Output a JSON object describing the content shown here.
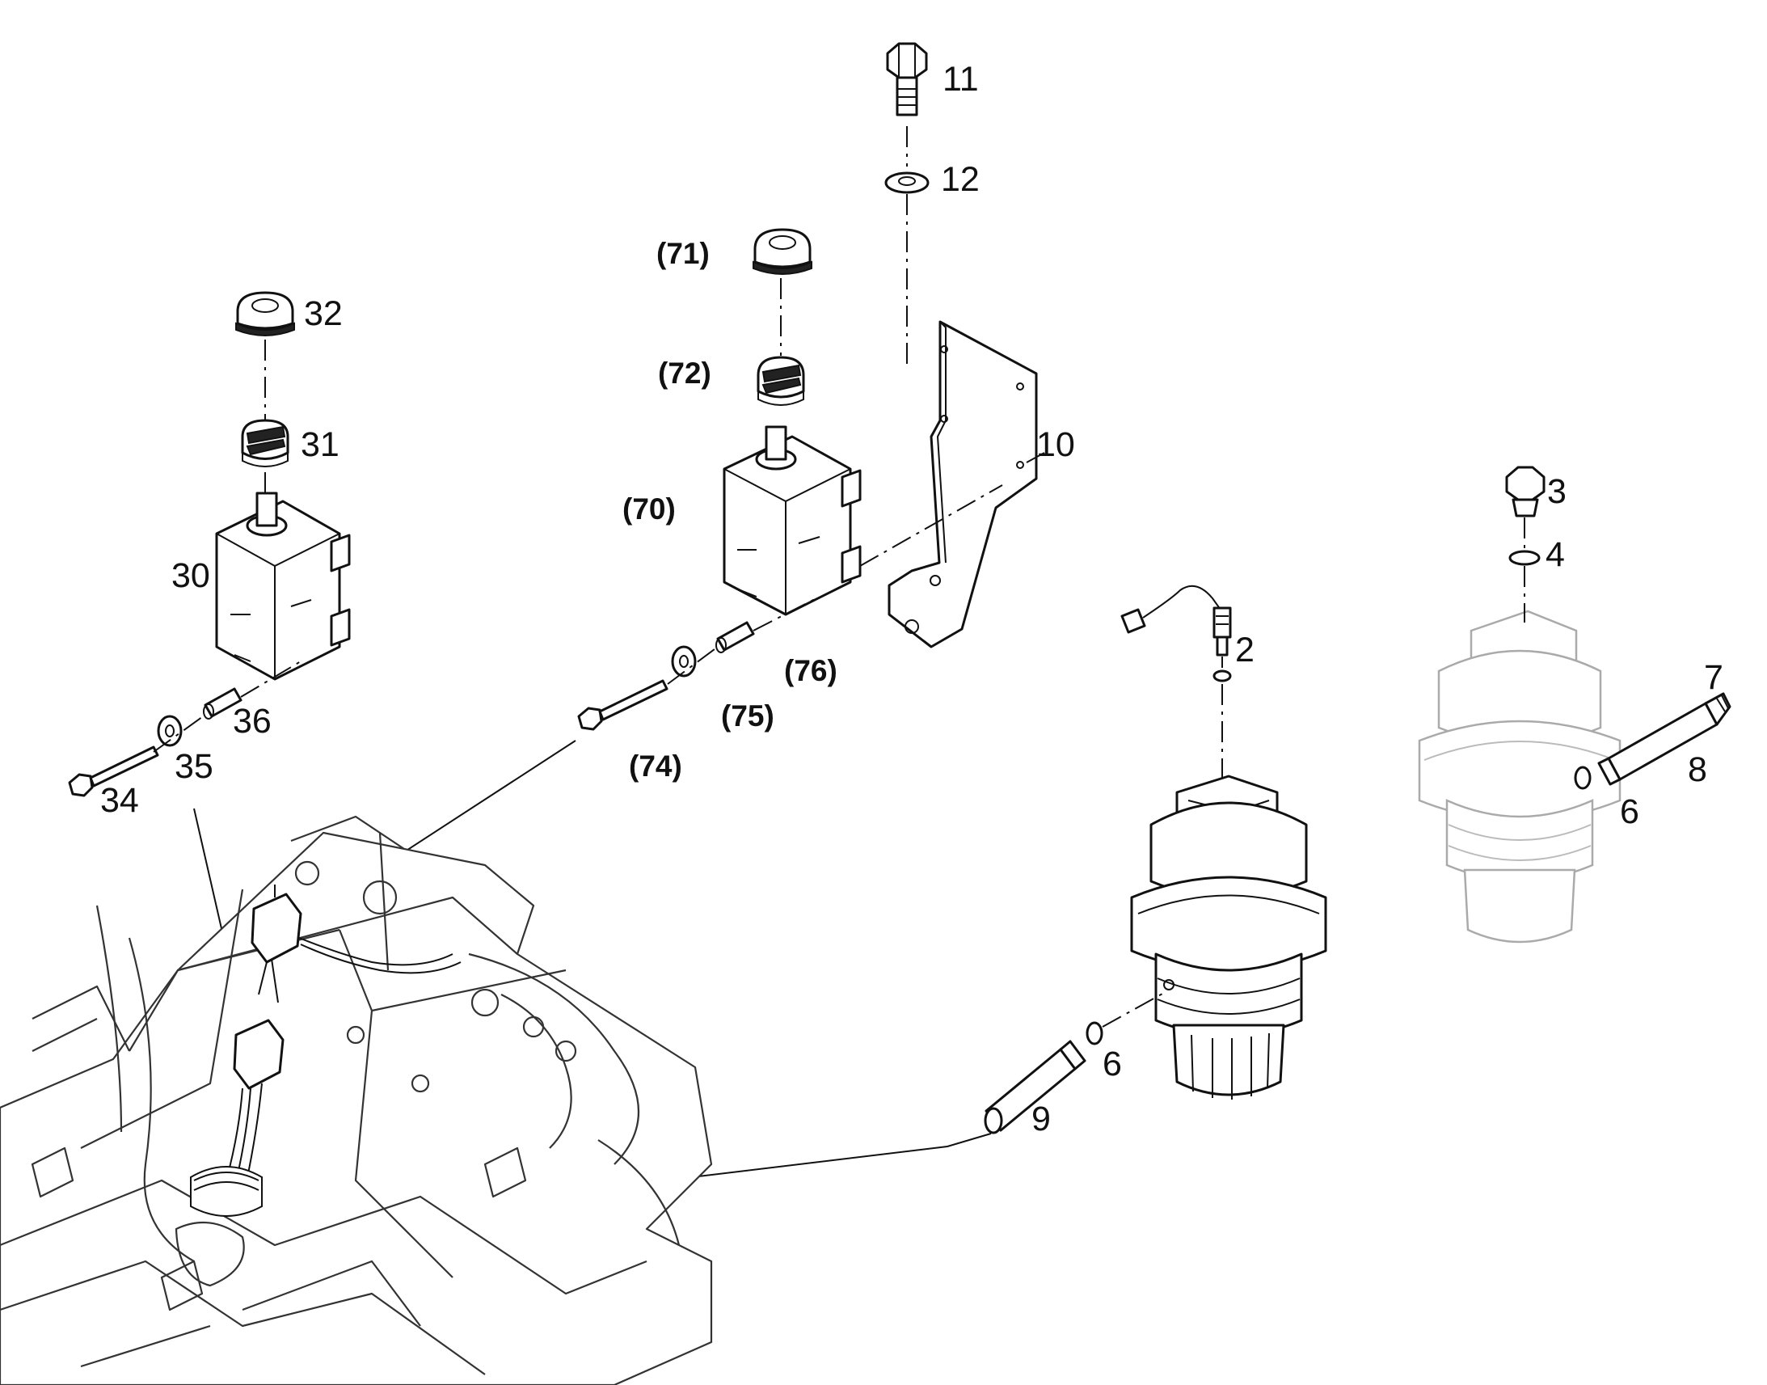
{
  "callouts": {
    "c2": "2",
    "c3": "3",
    "c4": "4",
    "c6a": "6",
    "c6b": "6",
    "c7": "7",
    "c8": "8",
    "c9": "9",
    "c10": "10",
    "c11": "11",
    "c12": "12",
    "c30": "30",
    "c31": "31",
    "c32": "32",
    "c34": "34",
    "c35": "35",
    "c36": "36",
    "c70": "(70)",
    "c71": "(71)",
    "c72": "(72)",
    "c74": "(74)",
    "c75": "(75)",
    "c76": "(76)"
  }
}
